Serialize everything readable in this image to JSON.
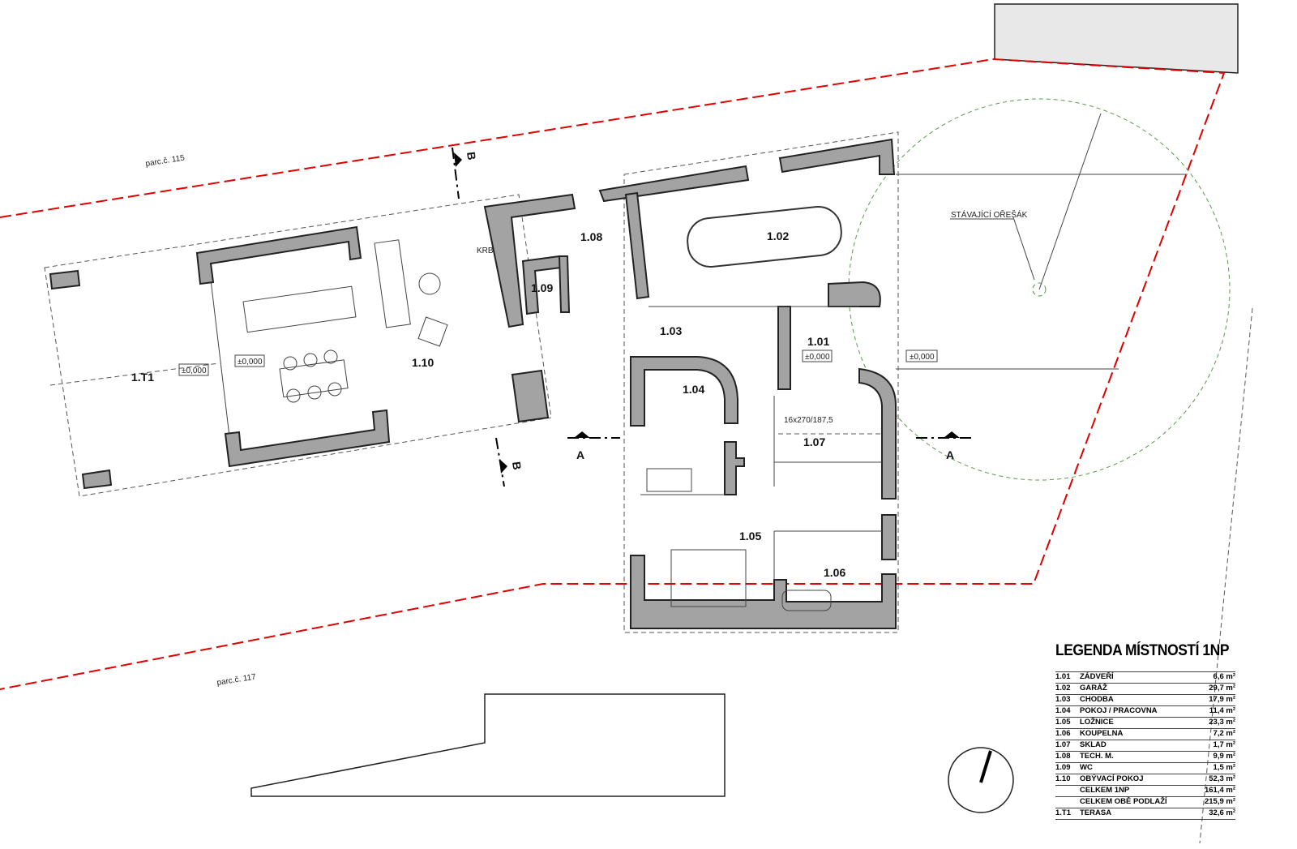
{
  "parcels": {
    "north": "parc.č. 115",
    "south": "parc.č. 117"
  },
  "tree_label": "STÁVAJÍCÍ OŘEŠÁK",
  "fireplace_label": "KRB",
  "stairs_label": "16x270/187,5",
  "level_label": "±0,000",
  "section_a": "A",
  "section_b": "B",
  "rooms": {
    "r101": "1.01",
    "r102": "1.02",
    "r103": "1.03",
    "r104": "1.04",
    "r105": "1.05",
    "r106": "1.06",
    "r107": "1.07",
    "r108": "1.08",
    "r109": "1.09",
    "r110": "1.10",
    "rT1": "1.T1"
  },
  "legend": {
    "title": "LEGENDA MÍSTNOSTÍ 1NP",
    "rows": [
      {
        "id": "1.01",
        "name": "ZÁDVEŘÍ",
        "area": "6,6 m²"
      },
      {
        "id": "1.02",
        "name": "GARÁŽ",
        "area": "29,7 m²"
      },
      {
        "id": "1.03",
        "name": "CHODBA",
        "area": "17,9 m²"
      },
      {
        "id": "1.04",
        "name": "POKOJ / PRACOVNA",
        "area": "11,4 m²"
      },
      {
        "id": "1.05",
        "name": "LOŽNICE",
        "area": "23,3 m²"
      },
      {
        "id": "1.06",
        "name": "KOUPELNA",
        "area": "7,2 m²"
      },
      {
        "id": "1.07",
        "name": "SKLAD",
        "area": "1,7 m²"
      },
      {
        "id": "1.08",
        "name": "TECH. M.",
        "area": "9,9 m²"
      },
      {
        "id": "1.09",
        "name": "WC",
        "area": "1,5 m²"
      },
      {
        "id": "1.10",
        "name": "OBÝVACÍ POKOJ",
        "area": "52,3 m²"
      },
      {
        "id": "",
        "name": "CELKEM 1NP",
        "area": "161,4 m²"
      },
      {
        "id": "",
        "name": "CELKEM OBĚ PODLAŽÍ",
        "area": "215,9 m²"
      },
      {
        "id": "1.T1",
        "name": "TERASA",
        "area": "32,6 m²"
      }
    ]
  }
}
